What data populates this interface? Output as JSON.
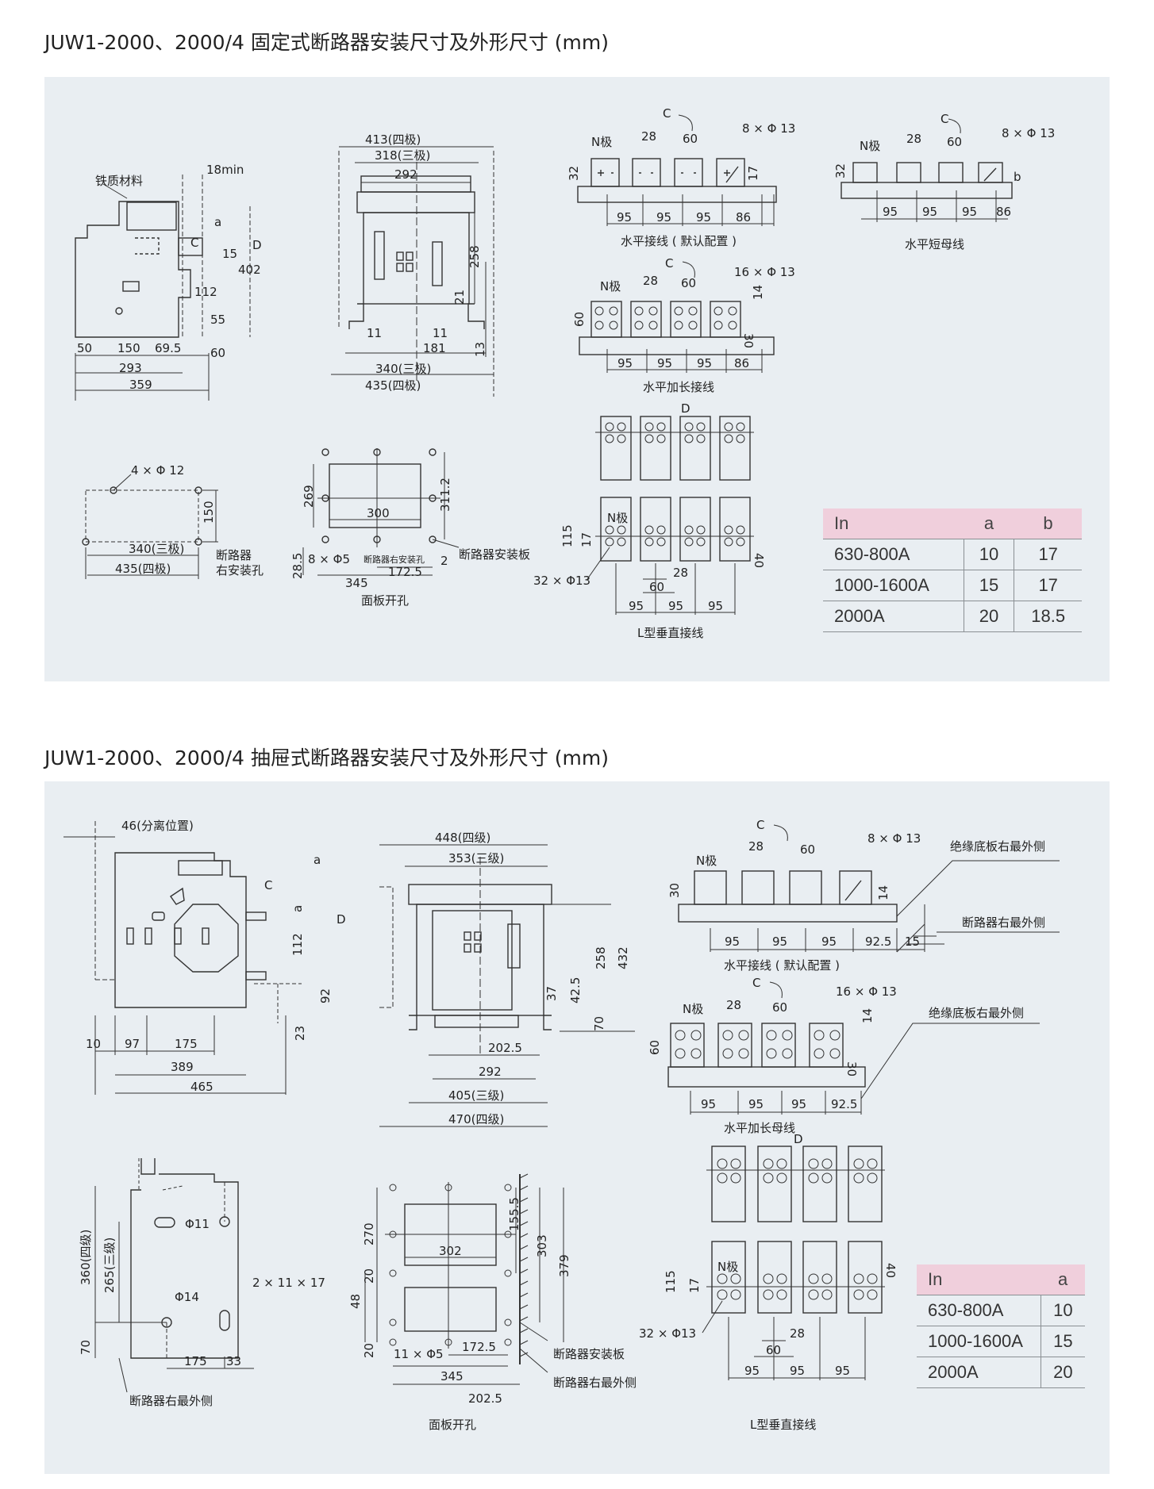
{
  "section1": {
    "title": "JUW1-2000、2000/4 固定式断路器安装尺寸及外形尺寸 (mm)",
    "side_view": {
      "material_label": "铁质材料",
      "dims": [
        "18min",
        "a",
        "C",
        "15",
        "D",
        "402",
        "112",
        "55",
        "60",
        "50",
        "150",
        "69.5",
        "293",
        "359"
      ]
    },
    "front_view": {
      "dims": [
        "413(四极)",
        "318(三极)",
        "292",
        "258",
        "21",
        "11",
        "11",
        "181",
        "13",
        "340(三极)",
        "435(四极)"
      ]
    },
    "horizontal_default": {
      "caption": "水平接线 ( 默认配置 )",
      "labels": [
        "C",
        "N极",
        "28",
        "60",
        "8 × Φ 13",
        "32",
        "17",
        "95",
        "95",
        "95",
        "86"
      ]
    },
    "horizontal_short": {
      "caption": "水平短母线",
      "labels": [
        "C",
        "N极",
        "28",
        "60",
        "8 × Φ 13",
        "32",
        "b",
        "95",
        "95",
        "95",
        "86"
      ]
    },
    "horizontal_extended": {
      "caption": "水平加长接线",
      "labels": [
        "C",
        "N极",
        "28",
        "60",
        "16 × Φ 13",
        "14",
        "60",
        "30",
        "95",
        "95",
        "95",
        "86"
      ]
    },
    "mounting_holes": {
      "labels": [
        "4 × Φ 12",
        "150",
        "340(三极)",
        "435(四极)",
        "断路器",
        "右安装孔"
      ]
    },
    "panel_cutout": {
      "caption": "面板开孔",
      "labels": [
        "269",
        "311.2",
        "300",
        "8 × Φ5",
        "断路器右安装孔",
        "断路器安装板",
        "2",
        "28.5",
        "345",
        "172.5"
      ]
    },
    "l_vertical": {
      "caption": "L型垂直接线",
      "labels": [
        "D",
        "N极",
        "115",
        "17",
        "40",
        "28",
        "32 × Φ13",
        "60",
        "95",
        "95",
        "95"
      ]
    },
    "table": {
      "headers": [
        "In",
        "a",
        "b"
      ],
      "rows": [
        [
          "630-800A",
          "10",
          "17"
        ],
        [
          "1000-1600A",
          "15",
          "17"
        ],
        [
          "2000A",
          "20",
          "18.5"
        ]
      ]
    }
  },
  "section2": {
    "title": "JUW1-2000、2000/4 抽屉式断路器安装尺寸及外形尺寸 (mm)",
    "side_view": {
      "dims": [
        "46(分离位置)",
        "a",
        "C",
        "a",
        "D",
        "112",
        "92",
        "23",
        "10",
        "97",
        "175",
        "389",
        "465"
      ]
    },
    "front_view": {
      "dims": [
        "448(四级)",
        "353(三级)",
        "258",
        "432",
        "37",
        "42.5",
        "70",
        "202.5",
        "292",
        "405(三级)",
        "470(四级)"
      ]
    },
    "horizontal_default": {
      "caption": "水平接线 ( 默认配置 )",
      "labels": [
        "C",
        "N极",
        "28",
        "60",
        "8 × Φ 13",
        "30",
        "14",
        "95",
        "95",
        "95",
        "92.5",
        "15",
        "绝缘底板右最外侧",
        "断路器右最外侧"
      ]
    },
    "horizontal_extended": {
      "caption": "水平加长母线",
      "labels": [
        "C",
        "N极",
        "28",
        "60",
        "16 × Φ 13",
        "14",
        "60",
        "30",
        "95",
        "95",
        "95",
        "92.5",
        "绝缘底板右最外侧"
      ]
    },
    "mounting_holes": {
      "labels": [
        "360(四级)",
        "265(三级)",
        "Φ11",
        "Φ14",
        "2 × 11 × 17",
        "70",
        "175",
        "33",
        "断路器右最外侧"
      ]
    },
    "panel_cutout": {
      "caption": "面板开孔",
      "labels": [
        "270",
        "302",
        "155.5",
        "303",
        "379",
        "20",
        "48",
        "20",
        "11 × Φ5",
        "172.5",
        "345",
        "202.5",
        "断路器安装板",
        "断路器右最外侧"
      ]
    },
    "l_vertical": {
      "caption": "L型垂直接线",
      "labels": [
        "D",
        "N极",
        "115",
        "17",
        "40",
        "32 × Φ13",
        "28",
        "60",
        "95",
        "95",
        "95"
      ]
    },
    "table": {
      "headers": [
        "In",
        "a"
      ],
      "rows": [
        [
          "630-800A",
          "10"
        ],
        [
          "1000-1600A",
          "15"
        ],
        [
          "2000A",
          "20"
        ]
      ]
    }
  }
}
